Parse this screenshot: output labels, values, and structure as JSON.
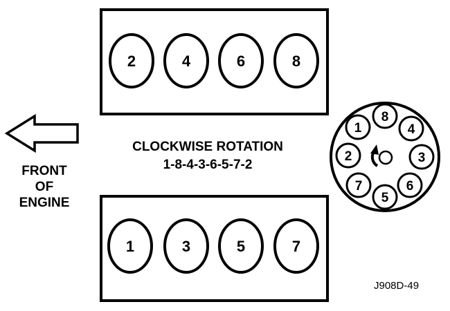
{
  "bank_top": {
    "cylinders": [
      "2",
      "4",
      "6",
      "8"
    ]
  },
  "bank_bottom": {
    "cylinders": [
      "1",
      "3",
      "5",
      "7"
    ]
  },
  "rotation": {
    "title": "CLOCKWISE ROTATION",
    "order": "1-8-4-3-6-5-7-2"
  },
  "front_label": {
    "line1": "FRONT",
    "line2": "OF",
    "line3": "ENGINE"
  },
  "distributor": {
    "terminals": [
      "8",
      "4",
      "3",
      "6",
      "5",
      "7",
      "2",
      "1"
    ]
  },
  "figure_id": "J908D-49",
  "icons": {
    "front_arrow": "arrow-left-icon",
    "rotation_arrow": "clockwise-arrow-icon"
  },
  "colors": {
    "ink": "#000000",
    "background": "#ffffff"
  }
}
